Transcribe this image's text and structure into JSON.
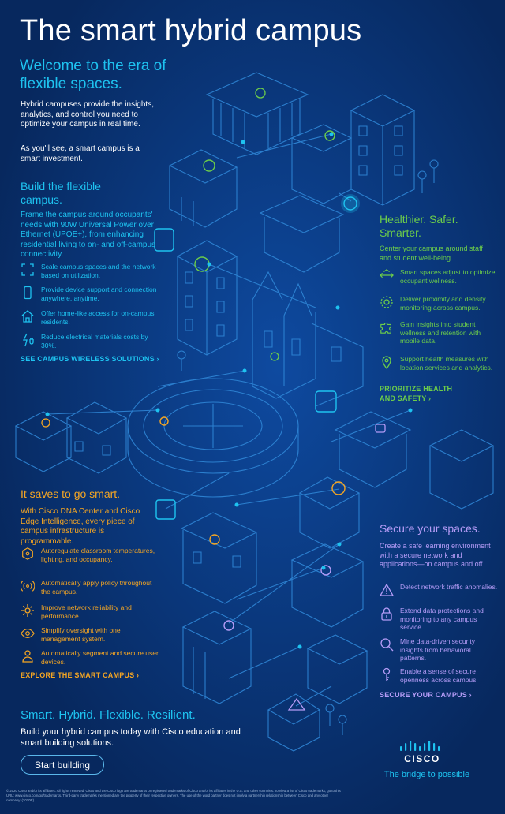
{
  "title": "The smart hybrid campus",
  "welcome": "Welcome to the era of flexible spaces.",
  "intro": [
    "Hybrid campuses provide the insights, analytics, and control you need to optimize your campus in real time.",
    "As you'll see, a smart campus is a smart investment."
  ],
  "flexible": {
    "heading": "Build the flexible campus.",
    "body": "Frame the campus around occupants' needs with 90W Universal Power over Ethernet (UPOE+), from enhancing residential living to on- and off-campus connectivity.",
    "items": [
      {
        "icon": "scale-icon",
        "text": "Scale campus spaces and the network based on utilization."
      },
      {
        "icon": "mobile-device-icon",
        "text": "Provide device support and connection anywhere, anytime."
      },
      {
        "icon": "home-icon",
        "text": "Offer home-like access for on-campus residents."
      },
      {
        "icon": "power-plug-icon",
        "text": "Reduce electrical materials costs by 30%."
      }
    ],
    "cta": "SEE CAMPUS WIRELESS SOLUTIONS"
  },
  "healthier": {
    "heading": "Healthier. Safer. Smarter.",
    "body": "Center your campus around staff and student well-being.",
    "items": [
      {
        "icon": "arrows-expand-icon",
        "text": "Smart spaces adjust to optimize occupant wellness."
      },
      {
        "icon": "proximity-icon",
        "text": "Deliver proximity and density monitoring across campus."
      },
      {
        "icon": "puzzle-icon",
        "text": "Gain insights into student wellness and retention with mobile data."
      },
      {
        "icon": "location-pin-icon",
        "text": "Support health measures with location services and analytics."
      }
    ],
    "cta": "PRIORITIZE HEALTH AND SAFETY"
  },
  "smart": {
    "heading": "It saves to go smart.",
    "body": "With Cisco DNA Center and Cisco Edge Intelligence, every piece of campus infrastructure is programmable.",
    "items": [
      {
        "icon": "network-node-icon",
        "text": "Autoregulate classroom temperatures, lighting, and occupancy."
      },
      {
        "icon": "wireless-signal-icon",
        "text": "Automatically apply policy throughout the campus."
      },
      {
        "icon": "gear-icon",
        "text": "Improve network reliability and performance."
      },
      {
        "icon": "eye-icon",
        "text": "Simplify oversight with one management system."
      },
      {
        "icon": "user-segment-icon",
        "text": "Automatically segment and secure user devices."
      }
    ],
    "cta": "EXPLORE THE SMART CAMPUS"
  },
  "secure": {
    "heading": "Secure your spaces.",
    "body": "Create a safe learning environment with a secure network and applications—on campus and off.",
    "items": [
      {
        "icon": "warning-icon",
        "text": "Detect network traffic anomalies."
      },
      {
        "icon": "lock-icon",
        "text": "Extend data protections and monitoring to any campus service."
      },
      {
        "icon": "search-icon",
        "text": "Mine data-driven security insights from behavioral patterns."
      },
      {
        "icon": "key-icon",
        "text": "Enable a sense of secure openness across campus."
      }
    ],
    "cta": "SECURE YOUR CAMPUS"
  },
  "closing": {
    "heading": "Smart. Hybrid. Flexible. Resilient.",
    "body": "Build your hybrid campus today with Cisco education and smart building solutions.",
    "button": "Start building"
  },
  "brand": {
    "name": "CISCO",
    "tagline": "The bridge to possible"
  },
  "legal": "© 2020 Cisco and/or its affiliates. All rights reserved. Cisco and the Cisco logo are trademarks or registered trademarks of Cisco and/or its affiliates in the U.S. and other countries. To view a list of Cisco trademarks, go to this URL: www.cisco.com/go/trademarks. Third-party trademarks mentioned are the property of their respective owners. The use of the word partner does not imply a partnership relationship between Cisco and any other company. (2010R)",
  "colors": {
    "background": "#0a2f6e",
    "accent_blue": "#1ec3f0",
    "accent_green": "#6ccd4a",
    "accent_orange": "#f5a623",
    "accent_purple": "#b59cf7"
  }
}
